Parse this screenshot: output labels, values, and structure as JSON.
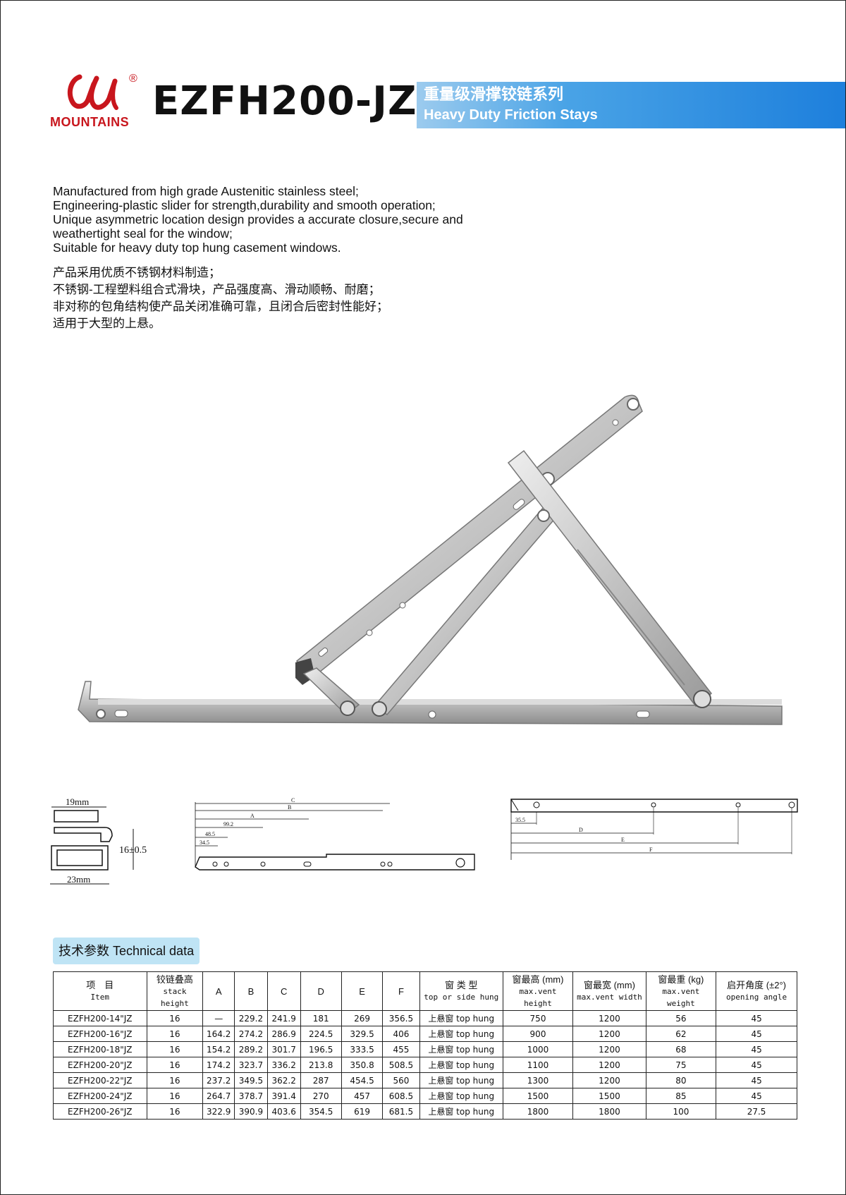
{
  "header": {
    "brand": "MOUNTAINS",
    "registered": "®",
    "model": "EZFH200-JZ",
    "series_cn": "重量级滑撑铰链系列",
    "series_en": "Heavy Duty Friction Stays",
    "logo_icon": "mountains-logo-icon"
  },
  "description": {
    "en": [
      "Manufactured from high grade Austenitic stainless steel;",
      "Engineering-plastic slider for strength,durability and smooth operation;",
      "Unique asymmetric location design provides a accurate closure,secure and",
      "weathertight seal for the window;",
      "Suitable for heavy duty top hung casement windows."
    ],
    "cn": [
      "产品采用优质不锈钢材料制造；",
      "不锈钢-工程塑料组合式滑块，产品强度高、滑动顺畅、耐磨；",
      "非对称的包角结构使产品关闭准确可靠，且闭合后密封性能好；",
      "适用于大型的上悬。"
    ]
  },
  "drawings": {
    "profile": {
      "width_top": "19mm",
      "height": "16±0.5",
      "width_bottom": "23mm"
    },
    "side": {
      "labels": [
        "C",
        "B",
        "A",
        "99.2",
        "48.5",
        "34.5"
      ]
    },
    "top": {
      "labels": [
        "35.5",
        "D",
        "E",
        "F"
      ]
    }
  },
  "technical": {
    "section_label": "技术参数 Technical data",
    "headers": [
      {
        "main": "项　目",
        "sub": "Item"
      },
      {
        "main": "铰链叠高",
        "sub": "stack height"
      },
      {
        "main": "A",
        "sub": ""
      },
      {
        "main": "B",
        "sub": ""
      },
      {
        "main": "C",
        "sub": ""
      },
      {
        "main": "D",
        "sub": ""
      },
      {
        "main": "E",
        "sub": ""
      },
      {
        "main": "F",
        "sub": ""
      },
      {
        "main": "窗 类 型",
        "sub": "top or side hung"
      },
      {
        "main": "窗最高 (mm)",
        "sub": "max.vent height"
      },
      {
        "main": "窗最宽 (mm)",
        "sub": "max.vent width"
      },
      {
        "main": "窗最重 (kg)",
        "sub": "max.vent weight"
      },
      {
        "main": "启开角度 (±2°)",
        "sub": "opening angle"
      }
    ],
    "rows": [
      [
        "EZFH200-14\"JZ",
        "16",
        "—",
        "229.2",
        "241.9",
        "181",
        "269",
        "356.5",
        "上悬窗 top hung",
        "750",
        "1200",
        "56",
        "45"
      ],
      [
        "EZFH200-16\"JZ",
        "16",
        "164.2",
        "274.2",
        "286.9",
        "224.5",
        "329.5",
        "406",
        "上悬窗 top hung",
        "900",
        "1200",
        "62",
        "45"
      ],
      [
        "EZFH200-18\"JZ",
        "16",
        "154.2",
        "289.2",
        "301.7",
        "196.5",
        "333.5",
        "455",
        "上悬窗 top hung",
        "1000",
        "1200",
        "68",
        "45"
      ],
      [
        "EZFH200-20\"JZ",
        "16",
        "174.2",
        "323.7",
        "336.2",
        "213.8",
        "350.8",
        "508.5",
        "上悬窗 top hung",
        "1100",
        "1200",
        "75",
        "45"
      ],
      [
        "EZFH200-22\"JZ",
        "16",
        "237.2",
        "349.5",
        "362.2",
        "287",
        "454.5",
        "560",
        "上悬窗 top hung",
        "1300",
        "1200",
        "80",
        "45"
      ],
      [
        "EZFH200-24\"JZ",
        "16",
        "264.7",
        "378.7",
        "391.4",
        "270",
        "457",
        "608.5",
        "上悬窗 top hung",
        "1500",
        "1500",
        "85",
        "45"
      ],
      [
        "EZFH200-26\"JZ",
        "16",
        "322.9",
        "390.9",
        "403.6",
        "354.5",
        "619",
        "681.5",
        "上悬窗 top hung",
        "1800",
        "1800",
        "100",
        "27.5"
      ]
    ]
  }
}
